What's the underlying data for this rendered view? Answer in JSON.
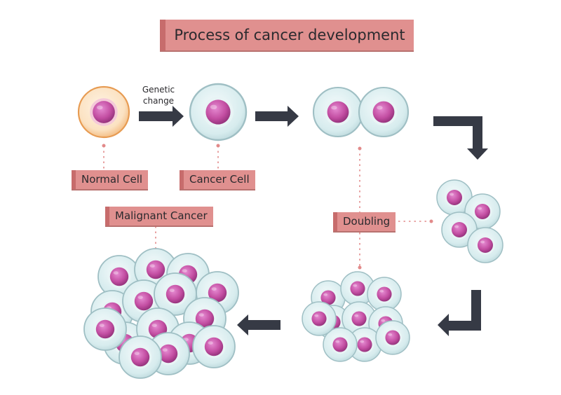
{
  "title": "Process of cancer development",
  "labels": {
    "normal_cell": "Normal Cell",
    "cancer_cell": "Cancer Cell",
    "malignant_cancer": "Malignant Cancer",
    "doubling": "Doubling"
  },
  "arrow_text": [
    "Genetic",
    "change"
  ],
  "colors": {
    "label_bg": "#e0908f",
    "label_accent": "#c76c6c",
    "cell_body": "#cfe7e9",
    "cell_outline": "#9fbfc4",
    "nucleus": "#c34ea2",
    "normal_cell_body": "#f6c58e",
    "arrow": "#363a45",
    "dotted_line": "#e28a8a"
  }
}
